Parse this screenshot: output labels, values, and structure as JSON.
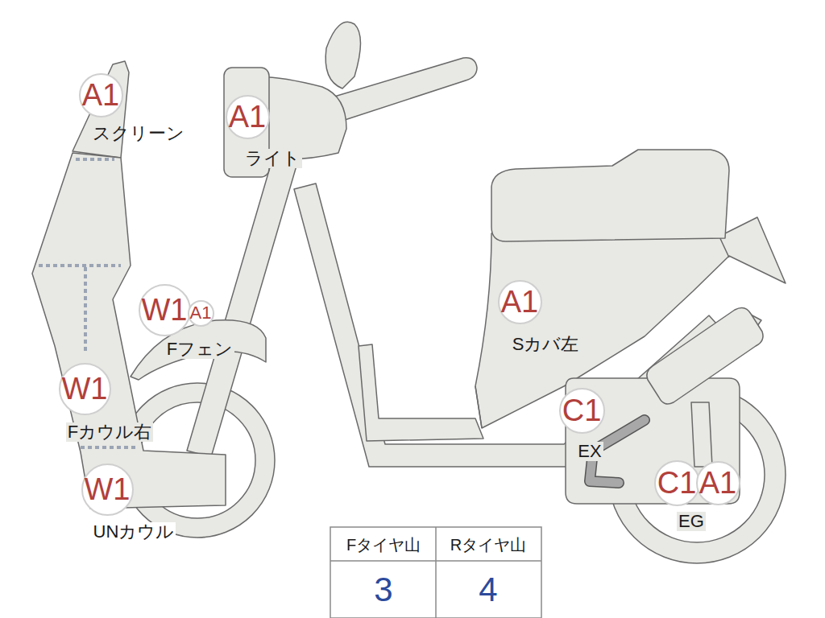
{
  "diagram": {
    "nodes": [
      {
        "text": [
          "A1"
        ]
      },
      {
        "text": [
          "A1"
        ]
      },
      {
        "text": [
          "W1"
        ]
      },
      {
        "text": [
          "A1"
        ]
      },
      {
        "text": [
          "A1"
        ]
      },
      {
        "text": [
          "W1"
        ]
      },
      {
        "text": [
          "C1"
        ]
      },
      {
        "text": [
          "W1"
        ]
      },
      {
        "text": [
          "C1"
        ]
      },
      {
        "text": [
          "A1"
        ]
      }
    ],
    "labels": [
      "スクリーン",
      "ライト",
      "Fフェン",
      "Sカバ左",
      "Fカウル右",
      "EX",
      "UNカウル",
      "EG",
      "Fタイヤ山",
      "Rタイヤ山",
      "3",
      "4"
    ]
  }
}
